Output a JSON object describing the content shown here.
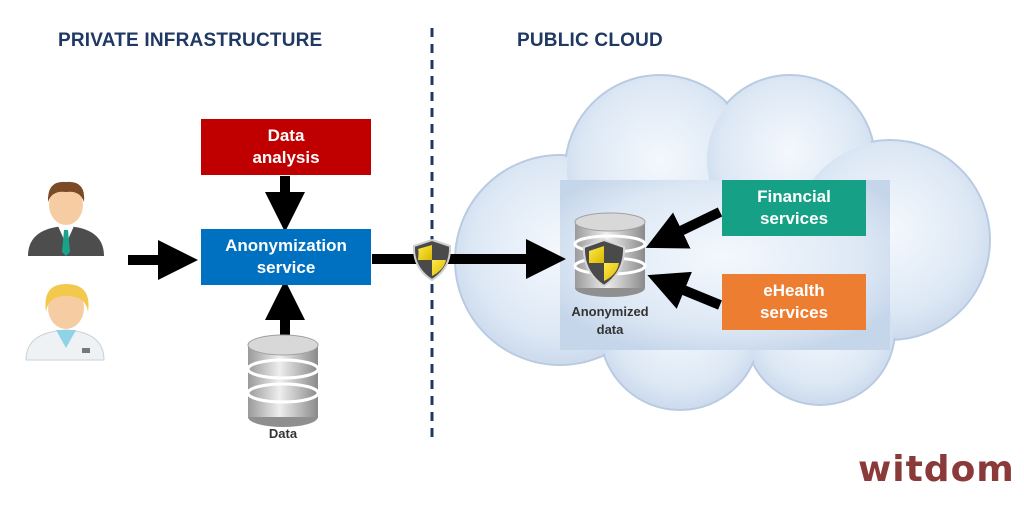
{
  "sections": {
    "private_label": "PRIVATE INFRASTRUCTURE",
    "public_label": "PUBLIC CLOUD"
  },
  "boxes": {
    "data_analysis": [
      "Data",
      "analysis"
    ],
    "anonymization": [
      "Anonymization",
      "service"
    ],
    "financial": [
      "Financial",
      "services"
    ],
    "ehealth": [
      "eHealth",
      "services"
    ]
  },
  "captions": {
    "data": "Data",
    "anonymized": [
      "Anonymized",
      "data"
    ]
  },
  "logo_text": "witdom",
  "colors": {
    "heading": "#1f3864",
    "data_analysis": "#c00000",
    "anonymization": "#0070c0",
    "financial": "#16a085",
    "ehealth": "#ed7d31",
    "arrow": "#000000",
    "divider": "#1f3864",
    "logo": "#8b3a3a"
  },
  "icons": [
    "businessman-icon",
    "doctor-icon",
    "database-icon",
    "shield-icon",
    "secure-database-icon",
    "cloud-icon"
  ]
}
